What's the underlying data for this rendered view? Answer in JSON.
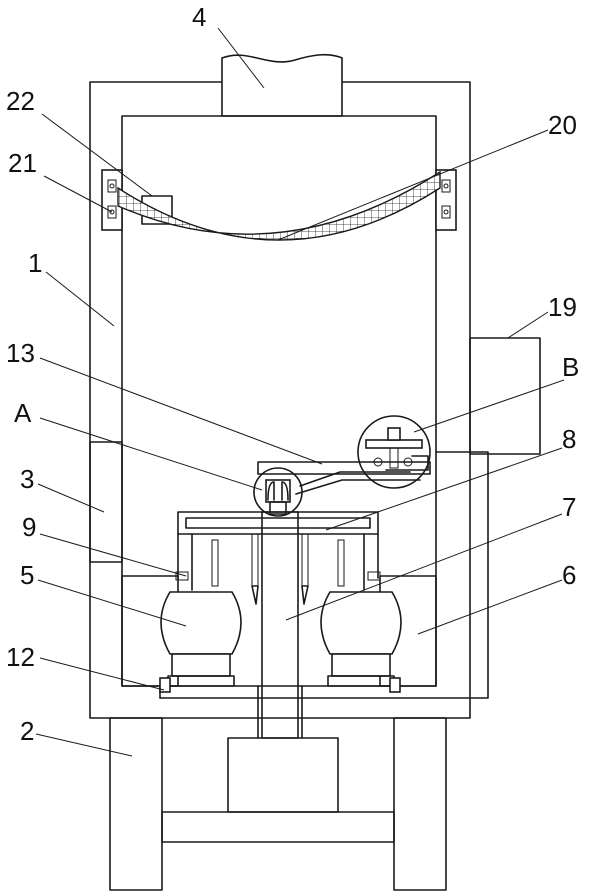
{
  "labels": {
    "l1": "1",
    "l2": "2",
    "l3": "3",
    "l4": "4",
    "l5": "5",
    "l6": "6",
    "l7": "7",
    "l8": "8",
    "l9": "9",
    "l12": "12",
    "l13": "13",
    "l19": "19",
    "l20": "20",
    "l21": "21",
    "l22": "22",
    "lA": "A",
    "lB": "B"
  },
  "colors": {
    "line": "#1a1a1a",
    "background": "#ffffff"
  }
}
